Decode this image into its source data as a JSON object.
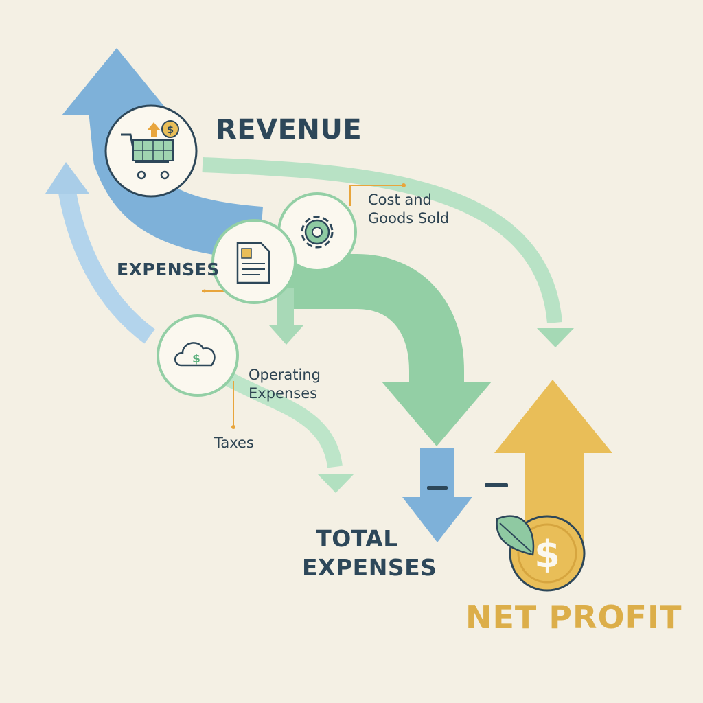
{
  "diagram": {
    "revenue_label": "REVENUE",
    "expenses_label": "EXPENSES",
    "cogs_label": [
      "Cost and",
      "Goods Sold"
    ],
    "opex_label": [
      "Operating",
      "Expenses"
    ],
    "taxes_label": "Taxes",
    "total_label": [
      "TOTAL",
      "EXPENSES"
    ],
    "net_label": "NET PROFIT",
    "minus_signs": [
      "−",
      "−"
    ]
  },
  "colors": {
    "background": "#f4f0e4",
    "revenue_blue": "#7eb1d9",
    "light_blue": "#a9cde8",
    "expense_green": "#93cfa5",
    "light_green": "#b5e2c2",
    "profit_gold": "#e9be58",
    "text_navy": "#2d4759",
    "accent_orange": "#e8a53c"
  },
  "icons": [
    "shopping-cart-icon",
    "gear-icon",
    "document-icon",
    "cloud-dollar-icon",
    "coin-icon",
    "leaf-icon"
  ]
}
